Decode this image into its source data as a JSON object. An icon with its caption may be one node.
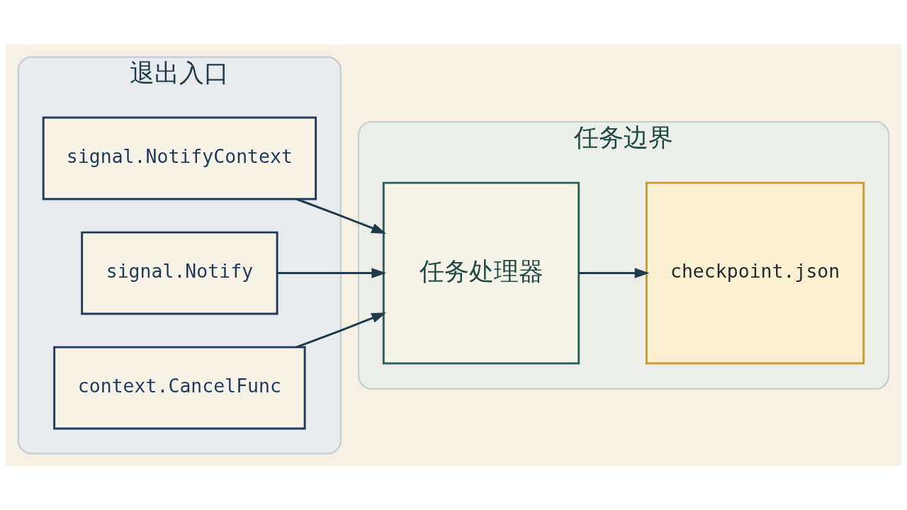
{
  "diagram": {
    "nodes": [
      {
        "text": [
          "退出入口"
        ]
      },
      {
        "text": [
          "signal.NotifyContext"
        ],
        "in": 0
      },
      {
        "text": [
          "signal.Notify"
        ],
        "in": 0
      },
      {
        "text": [
          "context.CancelFunc"
        ],
        "in": 0
      },
      {
        "text": [
          "任务边界"
        ]
      },
      {
        "text": [
          "任务处理器"
        ],
        "in": 4
      },
      {
        "text": [
          "checkpoint.json"
        ],
        "in": 4
      }
    ],
    "edges": [
      {
        "from": 1,
        "to": 5,
        "arrow": "to"
      },
      {
        "from": 2,
        "to": 5,
        "arrow": "to"
      },
      {
        "from": 3,
        "to": 5,
        "arrow": "to"
      },
      {
        "from": 5,
        "to": 6,
        "arrow": "to"
      }
    ]
  }
}
